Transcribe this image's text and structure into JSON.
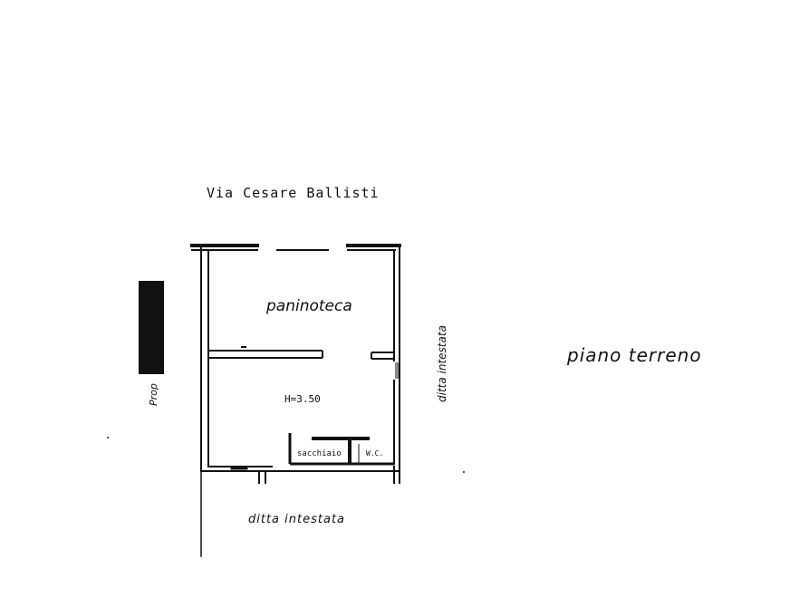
{
  "street_label": "Via Cesare Ballisti",
  "rooms": {
    "main_room": "paninoteca",
    "height_note": "H=3.50",
    "sink_area": "sacchiaio",
    "wc": "W.C."
  },
  "neighbors": {
    "right": "ditta intestata",
    "bottom": "ditta intestata",
    "left": "Prop"
  },
  "floor_label": "piano terreno",
  "colors": {
    "ink": "#111111",
    "background": "#ffffff"
  }
}
